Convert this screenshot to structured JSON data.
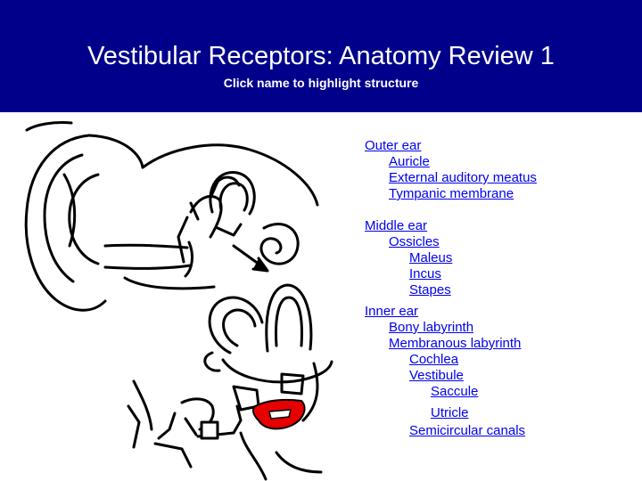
{
  "header": {
    "title": "Vestibular Receptors: Anatomy Review 1",
    "subtitle": "Click name to highlight structure"
  },
  "nav": {
    "outer_ear": "Outer ear",
    "auricle": "Auricle",
    "external_auditory_meatus": "External auditory meatus",
    "tympanic_membrane": "Tympanic membrane",
    "middle_ear": "Middle ear",
    "ossicles": "Ossicles",
    "maleus": "Maleus",
    "incus": "Incus",
    "stapes": "Stapes",
    "inner_ear": "Inner ear",
    "bony_labyrinth": "Bony labyrinth",
    "membranous_labyrinth": "Membranous labyrinth",
    "cochlea": "Cochlea",
    "vestibule": "Vestibule",
    "saccule": "Saccule",
    "utricle": "Utricle",
    "semicircular_canals": "Semicircular canals"
  },
  "colors": {
    "background": "#00008b",
    "link": "#0000ee",
    "highlight": "#e60000"
  },
  "illustration": {
    "highlighted_structure": "Utricle"
  }
}
